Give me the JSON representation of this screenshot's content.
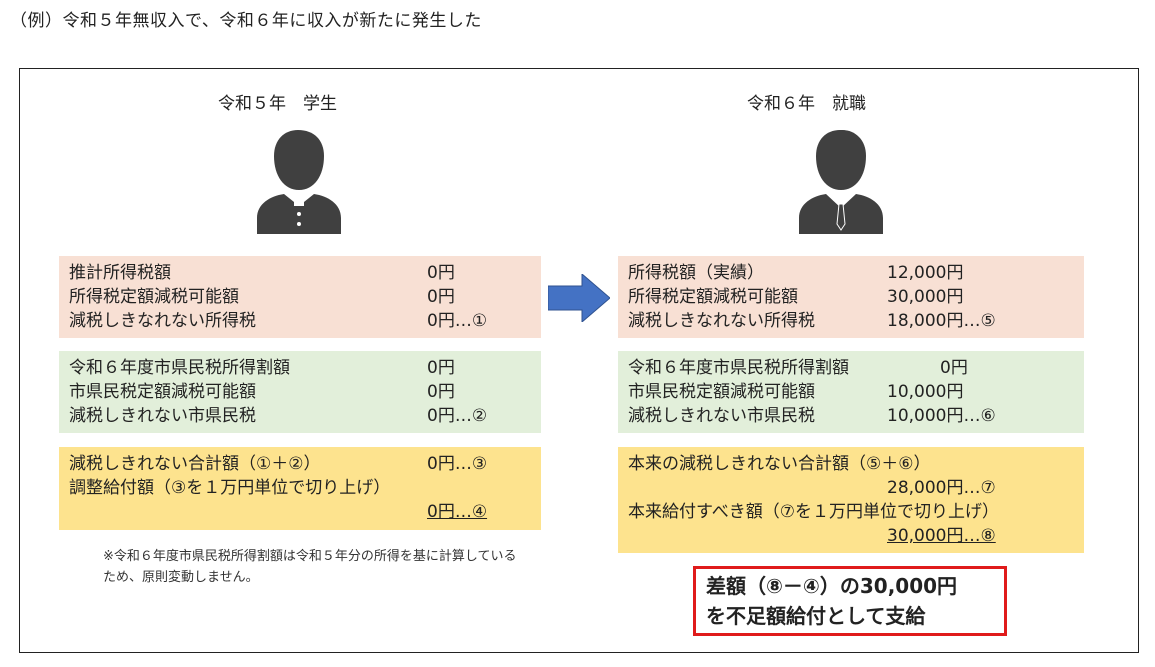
{
  "heading": "（例）令和５年無収入で、令和６年に収入が新たに発生した",
  "left": {
    "title": "令和５年　学生",
    "pink": [
      {
        "label": "推計所得税額",
        "value": "0円"
      },
      {
        "label": "所得税定額減税可能額",
        "value": "0円"
      },
      {
        "label": "減税しきなれない所得税",
        "value": "0円…①"
      }
    ],
    "green": [
      {
        "label": "令和６年度市県民税所得割額",
        "value": "0円"
      },
      {
        "label": "市県民税定額減税可能額",
        "value": "0円"
      },
      {
        "label": "減税しきれない市県民税",
        "value": "0円…②"
      }
    ],
    "yellow": {
      "row1_label": "減税しきれない合計額（①＋②）",
      "row1_value": "0円…③",
      "row2_label": "調整給付額（③を１万円単位で切り上げ）",
      "row3_value": "0円…④"
    },
    "note": "※令和６年度市県民税所得割額は令和５年分の所得を基に計算しているため、原則変動しません。"
  },
  "right": {
    "title": "令和６年　就職",
    "pink": [
      {
        "label": "所得税額（実績）",
        "value": "12,000円"
      },
      {
        "label": "所得税定額減税可能額",
        "value": "30,000円"
      },
      {
        "label": "減税しきなれない所得税",
        "value": "18,000円…⑤"
      }
    ],
    "green": [
      {
        "label": "令和６年度市県民税所得割額",
        "value": "0円"
      },
      {
        "label": "市県民税定額減税可能額",
        "value": "10,000円"
      },
      {
        "label": "減税しきれない市県民税",
        "value": "10,000円…⑥"
      }
    ],
    "yellow": {
      "row1_label": "本来の減税しきれない合計額（⑤＋⑥）",
      "row2_value": "28,000円…⑦",
      "row3_label": "本来給付すべき額（⑦を１万円単位で切り上げ）",
      "row4_value": "30,000円…⑧"
    }
  },
  "result": {
    "line1": "差額（⑧－④）の30,000円",
    "line2": "を不足額給付として支給"
  },
  "colors": {
    "pink": "#f8e0d4",
    "green": "#e2efda",
    "yellow": "#fde38e",
    "arrow": "#4472c4",
    "red": "#e01b1b",
    "avatar": "#404040"
  }
}
